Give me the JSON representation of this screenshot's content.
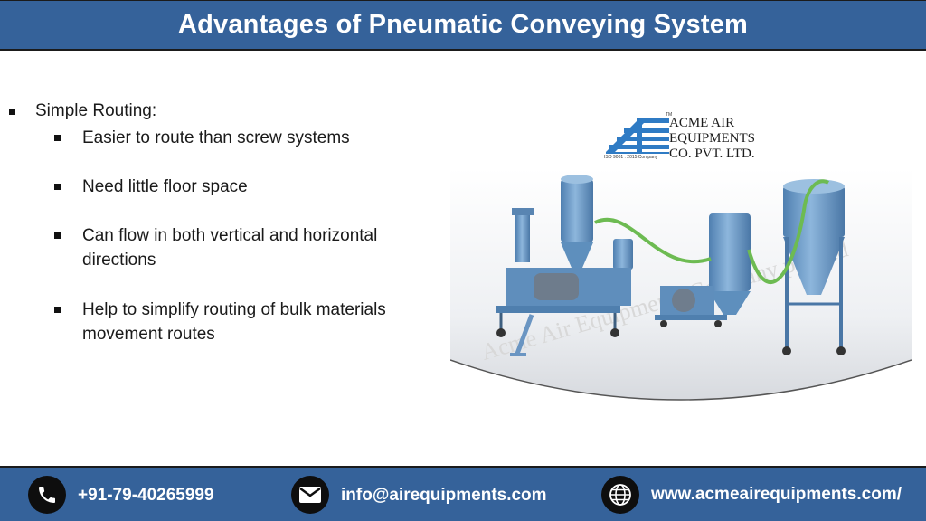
{
  "header": {
    "title": "Advantages of Pneumatic Conveying System"
  },
  "content": {
    "main_bullet": "Simple Routing:",
    "sub_bullets": [
      {
        "line1": "Easier to route than screw systems",
        "line2": ""
      },
      {
        "line1": "Need little floor space",
        "line2": ""
      },
      {
        "line1": "Can flow in both vertical and horizontal",
        "line2": "directions"
      },
      {
        "line1": "Help to simplify routing of bulk materials",
        "line2": "movement routes"
      }
    ]
  },
  "logo": {
    "line1": "ACME AIR",
    "line2": "EQUIPMENTS",
    "line3": "CO. PVT. LTD.",
    "tm": "TM",
    "iso": "ISO 9001 : 2015 Company"
  },
  "photo": {
    "watermark": "Acme Air Equipments Company pvt. ltd"
  },
  "footer": {
    "phone": "+91-79-40265999",
    "email": "info@airequipments.com",
    "website": "www.acmeairequipments.com/"
  },
  "colors": {
    "header_bg": "#35629a",
    "footer_bg": "#35629a",
    "logo_blue": "#2f7bc4",
    "equipment_blue": "#6f9fcd",
    "hose_green": "#6dbb52"
  },
  "icons": [
    "phone-icon",
    "email-icon",
    "globe-icon"
  ]
}
